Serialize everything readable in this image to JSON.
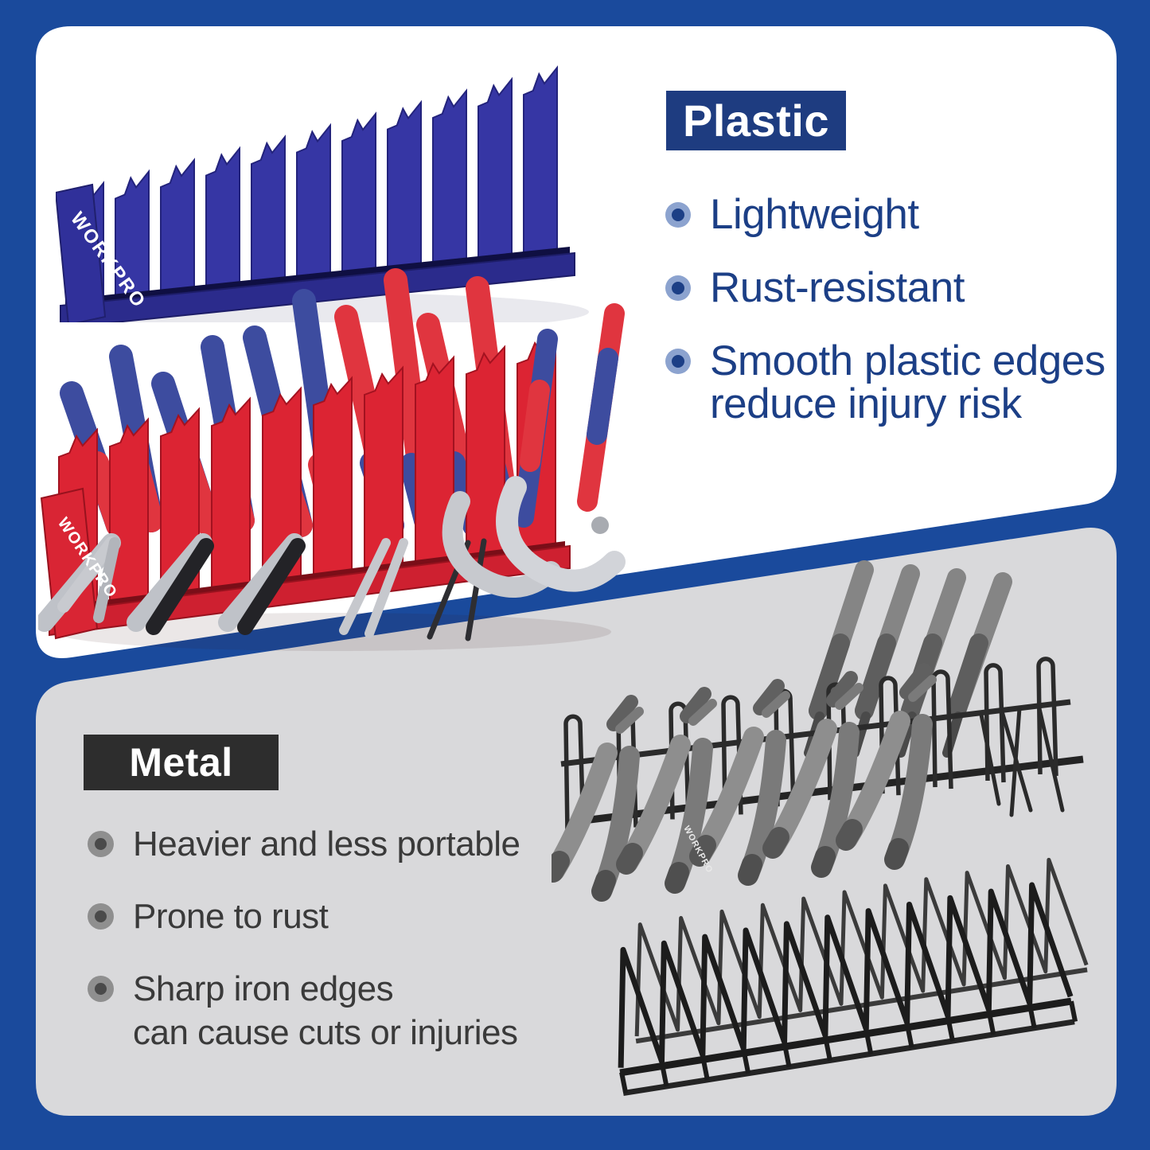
{
  "brand": {
    "name": "WORKPRO"
  },
  "sections": {
    "plastic": {
      "heading": "Plastic",
      "bullets": [
        {
          "lines": [
            "Lightweight"
          ]
        },
        {
          "lines": [
            "Rust-resistant"
          ]
        },
        {
          "lines": [
            "Smooth plastic edges",
            "reduce injury risk"
          ]
        }
      ]
    },
    "metal": {
      "heading": "Metal",
      "bullets": [
        {
          "lines": [
            "Heavier and less portable"
          ]
        },
        {
          "lines": [
            "Prone to rust"
          ]
        },
        {
          "lines": [
            "Sharp iron edges",
            "can cause cuts or injuries"
          ]
        }
      ]
    }
  },
  "colors": {
    "frame_blue": "#1A4A9C",
    "panel_white": "#FFFFFF",
    "panel_gray": "#D9D9DB",
    "plastic_badge_bg": "#1E3C80",
    "plastic_text": "#1C3F86",
    "plastic_bullet_ring": "#8CA3CF",
    "plastic_bullet_dot": "#1C3F86",
    "metal_badge_bg": "#2D2D2D",
    "metal_text": "#3A3A3A",
    "metal_bullet_ring": "#8F8F8F",
    "metal_bullet_dot": "#4A4A4A",
    "organizer_navy": "#3636A4",
    "organizer_red": "#DC2433",
    "handle_blue": "#3D4C9F",
    "handle_red": "#E0353F",
    "chrome": "#D2D4D9",
    "handle_gray": "#8E8E8E",
    "wire_black": "#1C1C1C"
  }
}
